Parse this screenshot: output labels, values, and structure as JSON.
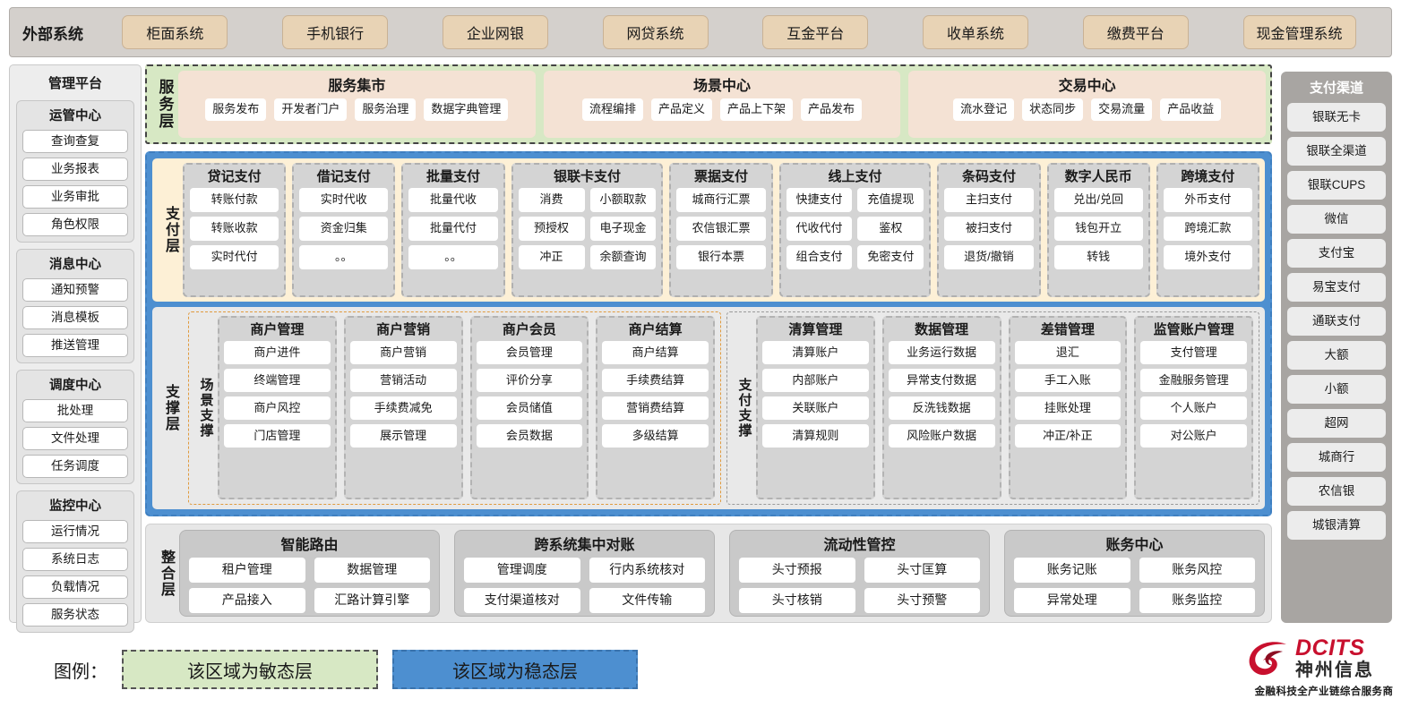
{
  "external": {
    "title": "外部系统",
    "items": [
      "柜面系统",
      "手机银行",
      "企业网银",
      "网贷系统",
      "互金平台",
      "收单系统",
      "缴费平台",
      "现金管理系统"
    ]
  },
  "left_sidebar": {
    "title": "管理平台",
    "groups": [
      {
        "title": "运管中心",
        "items": [
          "查询查复",
          "业务报表",
          "业务审批",
          "角色权限"
        ]
      },
      {
        "title": "消息中心",
        "items": [
          "通知预警",
          "消息模板",
          "推送管理"
        ]
      },
      {
        "title": "调度中心",
        "items": [
          "批处理",
          "文件处理",
          "任务调度"
        ]
      },
      {
        "title": "监控中心",
        "items": [
          "运行情况",
          "系统日志",
          "负载情况",
          "服务状态"
        ]
      }
    ]
  },
  "service_layer": {
    "label": "服务层",
    "groups": [
      {
        "title": "服务集市",
        "items": [
          "服务发布",
          "开发者门户",
          "服务治理",
          "数据字典管理"
        ]
      },
      {
        "title": "场景中心",
        "items": [
          "流程编排",
          "产品定义",
          "产品上下架",
          "产品发布"
        ]
      },
      {
        "title": "交易中心",
        "items": [
          "流水登记",
          "状态同步",
          "交易流量",
          "产品收益"
        ]
      }
    ]
  },
  "payment_layer": {
    "label": "支付层",
    "groups": [
      {
        "title": "贷记支付",
        "cols": 1,
        "rows": [
          [
            "转账付款"
          ],
          [
            "转账收款"
          ],
          [
            "实时代付"
          ]
        ]
      },
      {
        "title": "借记支付",
        "cols": 1,
        "rows": [
          [
            "实时代收"
          ],
          [
            "资金归集"
          ],
          [
            "。。"
          ]
        ]
      },
      {
        "title": "批量支付",
        "cols": 1,
        "rows": [
          [
            "批量代收"
          ],
          [
            "批量代付"
          ],
          [
            "。。"
          ]
        ]
      },
      {
        "title": "银联卡支付",
        "cols": 2,
        "rows": [
          [
            "消费",
            "小额取款"
          ],
          [
            "预授权",
            "电子现金"
          ],
          [
            "冲正",
            "余额查询"
          ]
        ]
      },
      {
        "title": "票据支付",
        "cols": 1,
        "rows": [
          [
            "城商行汇票"
          ],
          [
            "农信银汇票"
          ],
          [
            "银行本票"
          ]
        ]
      },
      {
        "title": "线上支付",
        "cols": 2,
        "rows": [
          [
            "快捷支付",
            "充值提现"
          ],
          [
            "代收代付",
            "鉴权"
          ],
          [
            "组合支付",
            "免密支付"
          ]
        ]
      },
      {
        "title": "条码支付",
        "cols": 1,
        "rows": [
          [
            "主扫支付"
          ],
          [
            "被扫支付"
          ],
          [
            "退货/撤销"
          ]
        ]
      },
      {
        "title": "数字人民币",
        "cols": 1,
        "rows": [
          [
            "兑出/兑回"
          ],
          [
            "钱包开立"
          ],
          [
            "转钱"
          ]
        ]
      },
      {
        "title": "跨境支付",
        "cols": 1,
        "rows": [
          [
            "外币支付"
          ],
          [
            "跨境汇款"
          ],
          [
            "境外支付"
          ]
        ]
      }
    ]
  },
  "support_layer": {
    "label": "支撑层",
    "halves": [
      {
        "label": "场景支撑",
        "groups": [
          {
            "title": "商户管理",
            "items": [
              "商户进件",
              "终端管理",
              "商户风控",
              "门店管理"
            ]
          },
          {
            "title": "商户营销",
            "items": [
              "商户营销",
              "营销活动",
              "手续费减免",
              "展示管理"
            ]
          },
          {
            "title": "商户会员",
            "items": [
              "会员管理",
              "评价分享",
              "会员储值",
              "会员数据"
            ]
          },
          {
            "title": "商户结算",
            "items": [
              "商户结算",
              "手续费结算",
              "营销费结算",
              "多级结算"
            ]
          }
        ]
      },
      {
        "label": "支付支撑",
        "groups": [
          {
            "title": "清算管理",
            "items": [
              "清算账户",
              "内部账户",
              "关联账户",
              "清算规则"
            ]
          },
          {
            "title": "数据管理",
            "items": [
              "业务运行数据",
              "异常支付数据",
              "反洗钱数据",
              "风险账户数据"
            ]
          },
          {
            "title": "差错管理",
            "items": [
              "退汇",
              "手工入账",
              "挂账处理",
              "冲正/补正"
            ]
          },
          {
            "title": "监管账户管理",
            "items": [
              "支付管理",
              "金融服务管理",
              "个人账户",
              "对公账户"
            ]
          }
        ]
      }
    ]
  },
  "integration_layer": {
    "label": "整合层",
    "groups": [
      {
        "title": "智能路由",
        "rows": [
          [
            "租户管理",
            "数据管理"
          ],
          [
            "产品接入",
            "汇路计算引擎"
          ]
        ]
      },
      {
        "title": "跨系统集中对账",
        "rows": [
          [
            "管理调度",
            "行内系统核对"
          ],
          [
            "支付渠道核对",
            "文件传输"
          ]
        ]
      },
      {
        "title": "流动性管控",
        "rows": [
          [
            "头寸预报",
            "头寸匡算"
          ],
          [
            "头寸核销",
            "头寸预警"
          ]
        ]
      },
      {
        "title": "账务中心",
        "rows": [
          [
            "账务记账",
            "账务风控"
          ],
          [
            "异常处理",
            "账务监控"
          ]
        ]
      }
    ]
  },
  "right_sidebar": {
    "title": "支付渠道",
    "items": [
      "银联无卡",
      "银联全渠道",
      "银联CUPS",
      "微信",
      "支付宝",
      "易宝支付",
      "通联支付",
      "大额",
      "小额",
      "超网",
      "城商行",
      "农信银",
      "城银清算"
    ]
  },
  "legend": {
    "label": "图例：",
    "agile": "该区域为敏态层",
    "stable": "该区域为稳态层",
    "colors": {
      "agile": "#d7e8c4",
      "stable": "#4d8fd0",
      "external": "#e8d3b5",
      "payment": "#fdf0d6"
    }
  },
  "logo": {
    "brand": "DCITS",
    "brand_cn": "神州信息",
    "tagline": "金融科技全产业链综合服务商"
  }
}
